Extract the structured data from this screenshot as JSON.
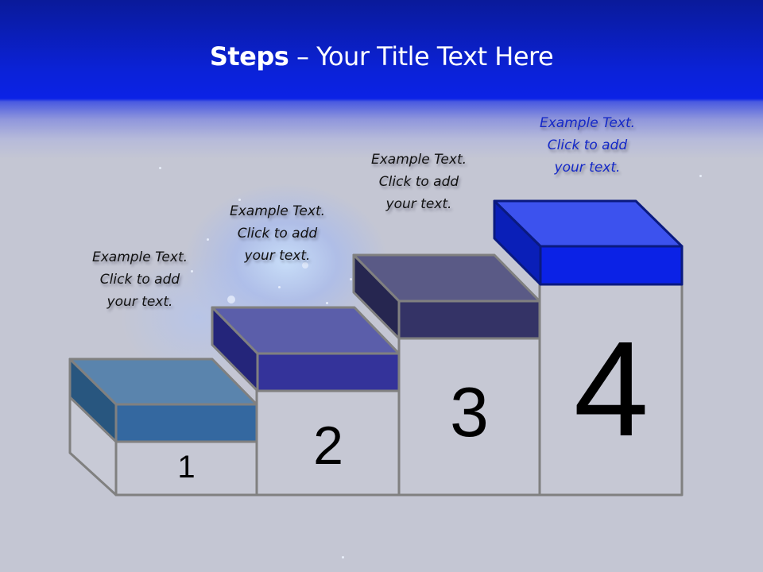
{
  "slide": {
    "title_bold": "Steps",
    "title_rest": " – Your Title Text Here",
    "colors": {
      "header": "#0b22e6",
      "background": "#c4c6d3",
      "step1": "#3468a0",
      "step2": "#34339a",
      "step3": "#343366",
      "step4": "#0b22e6",
      "outline": "#808080"
    }
  },
  "steps": [
    {
      "number": "1",
      "label": [
        "Example Text.",
        "Click  to add",
        "your text."
      ]
    },
    {
      "number": "2",
      "label": [
        "Example Text.",
        "Click  to add",
        "your text."
      ]
    },
    {
      "number": "3",
      "label": [
        "Example Text.",
        "Click  to add",
        "your text."
      ]
    },
    {
      "number": "4",
      "label": [
        "Example Text.",
        "Click  to add",
        "your text."
      ]
    }
  ]
}
